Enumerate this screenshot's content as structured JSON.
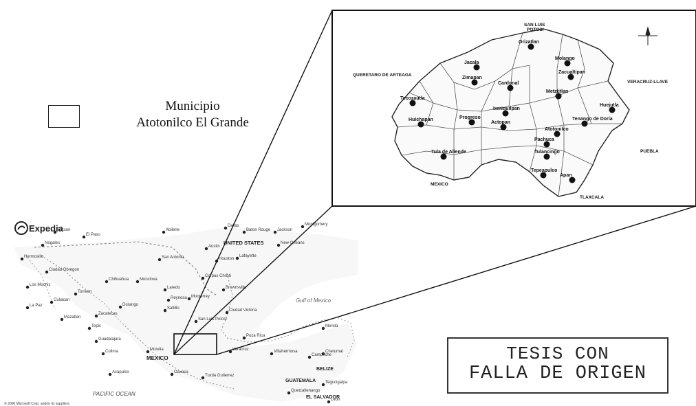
{
  "legend": {
    "line1": "Municipio",
    "line2": "Atotonilco El Grande"
  },
  "stamp": {
    "line1": "TESIS CON",
    "line2": "FALLA DE ORIGEN"
  },
  "inset_map": {
    "neighbors": [
      {
        "id": "slp",
        "label": "SAN LUIS\nPOTOSI"
      },
      {
        "id": "qro",
        "label": "QUERETARO DE ARTEAGA"
      },
      {
        "id": "ver",
        "label": "VERACRUZ-LLAVE"
      },
      {
        "id": "pue",
        "label": "PUEBLA"
      },
      {
        "id": "mex",
        "label": "MEXICO"
      },
      {
        "id": "tlax",
        "label": "TLAXCALA"
      }
    ],
    "towns": [
      "Orizatlan",
      "Jacala",
      "Zimapan",
      "Cardonal",
      "Tecozautla",
      "Huichapan",
      "Progreso",
      "Actopan",
      "Pachuca",
      "Tulancingo",
      "Tepeapulco",
      "Apan",
      "Huejutla",
      "Molango",
      "Zacualtipan",
      "Metztitlan",
      "Ixmiquilpan",
      "Tula de Allende",
      "Tenango de Doria",
      "Atotonilco"
    ]
  },
  "base_map": {
    "brand": "Expedia",
    "copyright": "© 2000 Microsoft Corp. and/or its suppliers",
    "water_labels": [
      "PACIFIC OCEAN",
      "Gulf of Mexico"
    ],
    "countries": [
      "UNITED STATES",
      "MEXICO",
      "BELIZE",
      "GUATEMALA",
      "EL SALVADOR"
    ],
    "cities": [
      "Tucson",
      "El Paso",
      "Abilene",
      "Dallas",
      "Montgomery",
      "Nogales",
      "Hermosillo",
      "Ciudad Obregon",
      "Los Mochis",
      "Culiacan",
      "La Paz",
      "Mazatlan",
      "Chihuahua",
      "Monclova",
      "Torreon",
      "Durango",
      "Zacatecas",
      "Tepic",
      "Guadalajara",
      "Colima",
      "Morelia",
      "Acapulco",
      "Oaxaca",
      "Tuxtla Gutierrez",
      "Veracruz",
      "Campeche",
      "Villahermosa",
      "Chetumal",
      "Merida",
      "San Antonio",
      "Austin",
      "Houston",
      "Lafayette",
      "Jackson",
      "Baton Rouge",
      "New Orleans",
      "Laredo",
      "Reynosa",
      "Monterrey",
      "Saltillo",
      "San Luis Potosi",
      "Ciudad Victoria",
      "Corpus Christi",
      "Brownsville",
      "Poza Rica",
      "Quetzaltenango",
      "Tegucigalpa",
      "Leon"
    ]
  }
}
